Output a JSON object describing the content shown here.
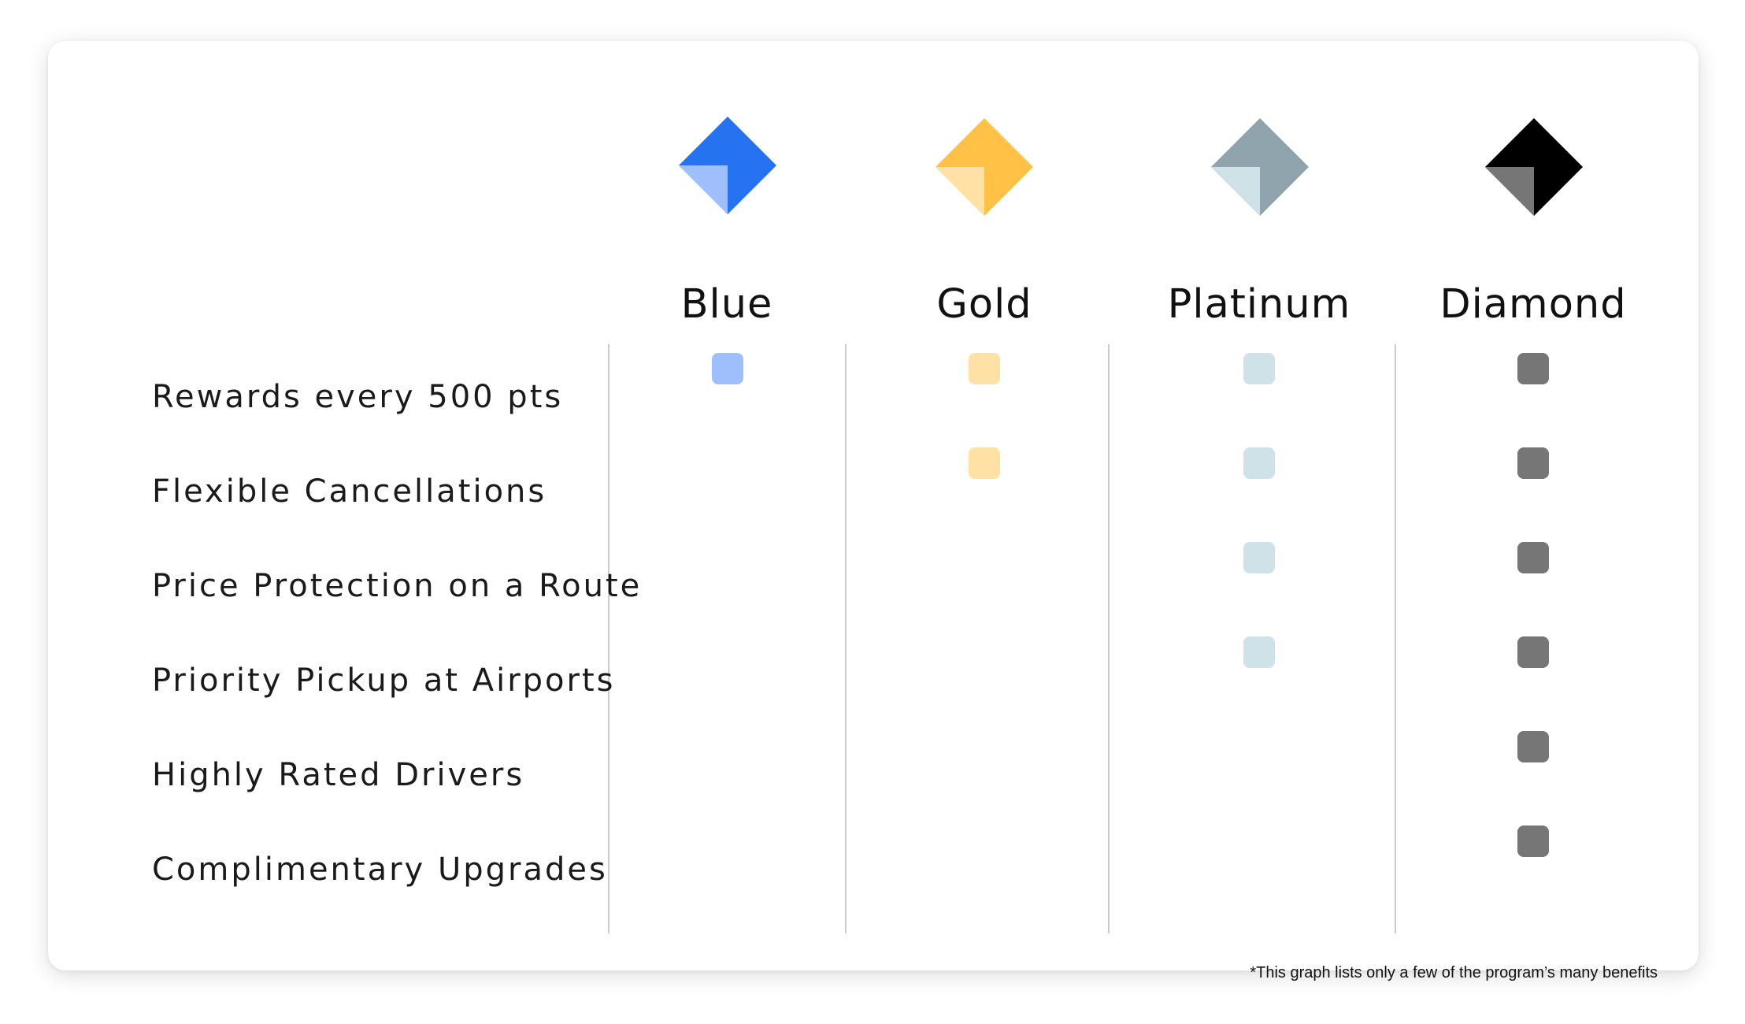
{
  "tiers": [
    {
      "key": "blue",
      "name": "Blue",
      "color_main": "#2673F2",
      "color_light": "#9EBFFB",
      "check_color": "#9EBFFB",
      "icon": "diamond-icon"
    },
    {
      "key": "gold",
      "name": "Gold",
      "color_main": "#FFC246",
      "color_light": "#FFE1A5",
      "check_color": "#FFE1A5",
      "icon": "diamond-icon"
    },
    {
      "key": "platinum",
      "name": "Platinum",
      "color_main": "#90A4AE",
      "color_light": "#CFE2E8",
      "check_color": "#CFE2E8",
      "icon": "diamond-icon"
    },
    {
      "key": "diamond",
      "name": "Diamond",
      "color_main": "#000000",
      "color_light": "#767676",
      "check_color": "#767676",
      "icon": "diamond-icon"
    }
  ],
  "benefits": [
    {
      "label": "Rewards every 500 pts",
      "included": [
        "blue",
        "gold",
        "platinum",
        "diamond"
      ]
    },
    {
      "label": "Flexible Cancellations",
      "included": [
        "gold",
        "platinum",
        "diamond"
      ]
    },
    {
      "label": "Price Protection on a Route",
      "included": [
        "platinum",
        "diamond"
      ]
    },
    {
      "label": "Priority Pickup at Airports",
      "included": [
        "platinum",
        "diamond"
      ]
    },
    {
      "label": "Highly Rated Drivers",
      "included": [
        "diamond"
      ]
    },
    {
      "label": "Complimentary Upgrades",
      "included": [
        "diamond"
      ]
    }
  ],
  "footnote": "*This graph lists only a few of the program’s many benefits"
}
